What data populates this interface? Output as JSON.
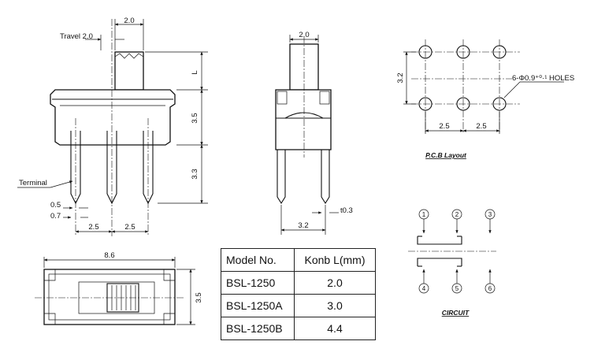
{
  "front_view": {
    "top_dim": "2.0",
    "travel": "Travel 2.0",
    "knob_label": "L",
    "dim_upper": "3.5",
    "dim_lower": "3.3",
    "terminal": "Terminal",
    "dim_05": "0.5",
    "dim_07": "0.7",
    "pitch_left": "2.5",
    "pitch_right": "2.5"
  },
  "side_view": {
    "top_dim": "2.0",
    "thickness": "t0.3",
    "width": "3.2"
  },
  "pcb": {
    "row_spacing": "3.2",
    "holes": "6-Φ0.9⁺⁰·¹ HOLES",
    "pitch_left": "2.5",
    "pitch_right": "2.5",
    "caption": "P.C.B Layout"
  },
  "bottom_view": {
    "length": "8.6",
    "height": "3.5"
  },
  "spec_table": {
    "headers": [
      "Model No.",
      "Konb L(mm)"
    ],
    "rows": [
      [
        "BSL-1250",
        "2.0"
      ],
      [
        "BSL-1250A",
        "3.0"
      ],
      [
        "BSL-1250B",
        "4.4"
      ]
    ]
  },
  "circuit": {
    "pins": [
      "1",
      "2",
      "3",
      "4",
      "5",
      "6"
    ],
    "caption": "CIRCUIT"
  }
}
